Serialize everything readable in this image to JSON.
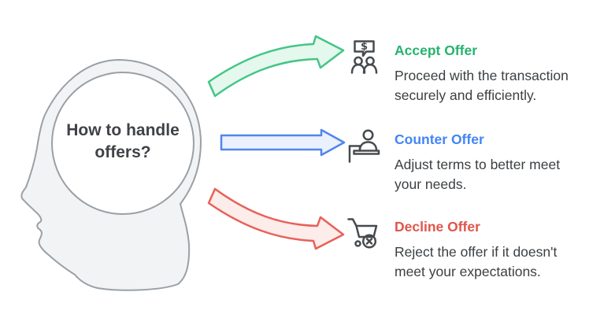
{
  "question": "How to handle\noffers?",
  "head": {
    "fill": "#f2f3f4",
    "stroke": "#9aa0a6"
  },
  "text_color": "#3c4043",
  "options": [
    {
      "heading": "Accept Offer",
      "description": "Proceed with the transaction\nsecurely and efficiently.",
      "icon": "people-money-talk-icon",
      "accent": "#26b36e",
      "arrow": {
        "shape": "curved-up-right",
        "fill": "#e4f8ed",
        "stroke": "#44c586"
      }
    },
    {
      "heading": "Counter Offer",
      "description": "Adjust terms to better meet\nyour needs.",
      "icon": "person-at-counter-icon",
      "accent": "#4285f4",
      "arrow": {
        "shape": "straight-right",
        "fill": "#eaf1fd",
        "stroke": "#5186ec"
      }
    },
    {
      "heading": "Decline Offer",
      "description": "Reject the offer if it doesn't\nmeet your expectations.",
      "icon": "cart-cancel-icon",
      "accent": "#e0554b",
      "arrow": {
        "shape": "curved-down-right",
        "fill": "#fcecea",
        "stroke": "#e76158"
      }
    }
  ]
}
